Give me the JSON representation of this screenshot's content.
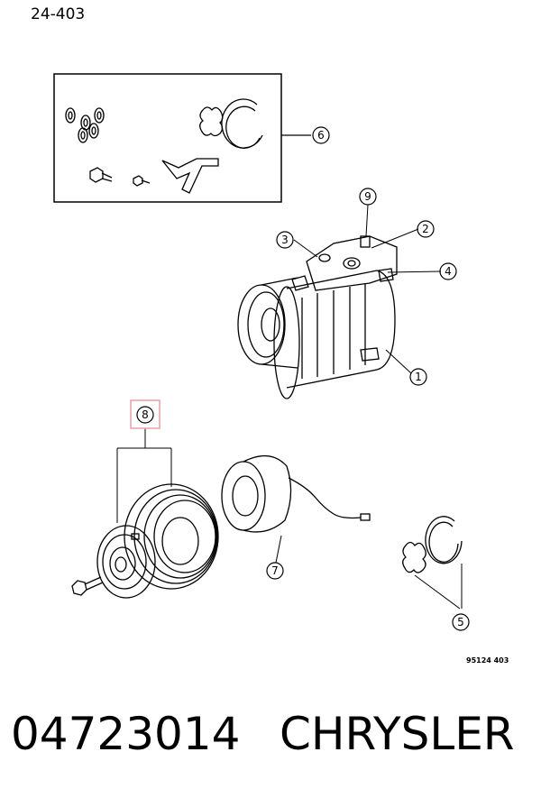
{
  "page_code": "24-403",
  "callouts": {
    "c1": "1",
    "c2": "2",
    "c3": "3",
    "c4": "4",
    "c5": "5",
    "c6": "6",
    "c7": "7",
    "c8": "8",
    "c9": "9"
  },
  "highlight_color": "#e8a0a8",
  "diagram_ref": "95124  403",
  "footer": {
    "part_number": "04723014",
    "brand": "CHRYSLER"
  }
}
